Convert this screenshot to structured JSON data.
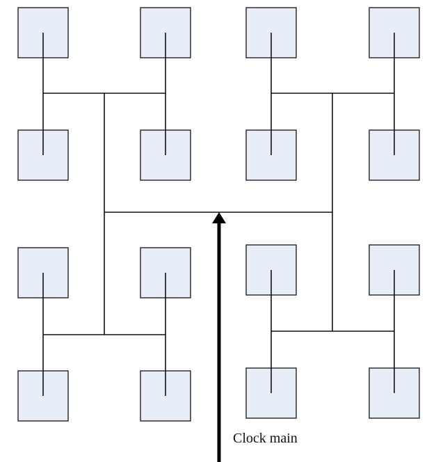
{
  "diagram": {
    "caption": "Clock main",
    "colors": {
      "cell_fill": "#e8eef8",
      "cell_border": "#222222",
      "wire": "#111111",
      "trunk": "#000000"
    },
    "cells": [
      {
        "id": "q1-a"
      },
      {
        "id": "q1-b"
      },
      {
        "id": "q1-c"
      },
      {
        "id": "q1-d"
      },
      {
        "id": "q2-a"
      },
      {
        "id": "q2-b"
      },
      {
        "id": "q2-c"
      },
      {
        "id": "q2-d"
      },
      {
        "id": "q3-a"
      },
      {
        "id": "q3-b"
      },
      {
        "id": "q3-c"
      },
      {
        "id": "q3-d"
      },
      {
        "id": "q4-a"
      },
      {
        "id": "q4-b"
      },
      {
        "id": "q4-c"
      },
      {
        "id": "q4-d"
      }
    ]
  }
}
